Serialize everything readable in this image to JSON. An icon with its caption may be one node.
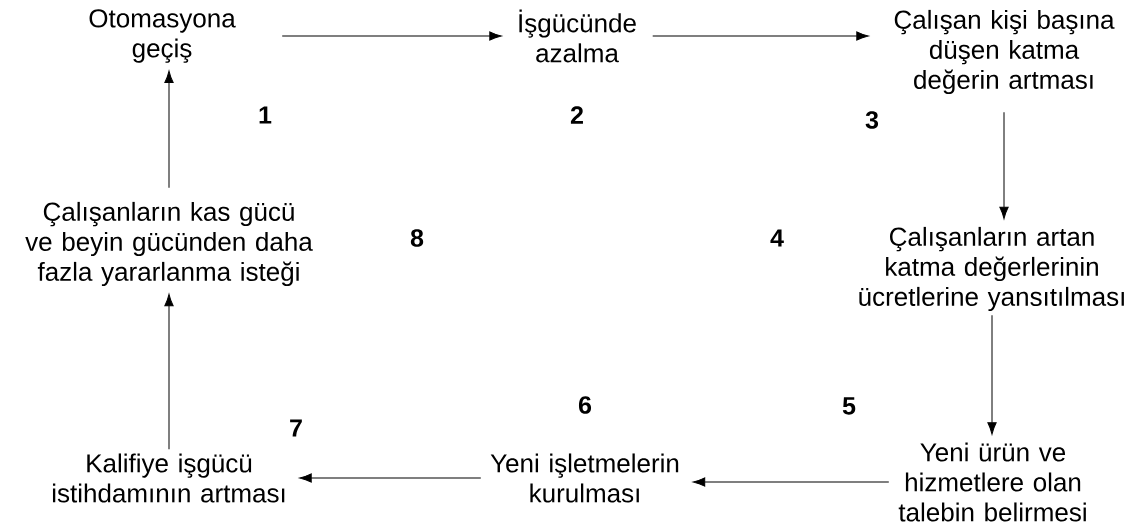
{
  "diagram": {
    "nodes": [
      {
        "text": [
          "Otomasyona geçiş"
        ]
      },
      {
        "text": [
          "İşgücünde azalma"
        ]
      },
      {
        "text": [
          "Çalışan kişi başına düşen katma değerin artması"
        ]
      },
      {
        "text": [
          "Çalışanların artan katma değerlerinin ücretlerine yansıtılması"
        ]
      },
      {
        "text": [
          "Yeni ürün ve hizmetlere olan talebin belirmesi"
        ]
      },
      {
        "text": [
          "Yeni işletmelerin kurulması"
        ]
      },
      {
        "text": [
          "Kalifiye işgücü istihdamının artması"
        ]
      },
      {
        "text": [
          "Çalışanların kas gücü ve beyin gücünden daha fazla yararlanma isteği"
        ]
      }
    ],
    "edges": [
      {
        "from": 0,
        "to": 1,
        "arrow": "to"
      },
      {
        "from": 1,
        "to": 2,
        "arrow": "to"
      },
      {
        "from": 2,
        "to": 3,
        "arrow": "to"
      },
      {
        "from": 3,
        "to": 4,
        "arrow": "to"
      },
      {
        "from": 4,
        "to": 5,
        "arrow": "to"
      },
      {
        "from": 5,
        "to": 6,
        "arrow": "to"
      },
      {
        "from": 6,
        "to": 7,
        "arrow": "to"
      },
      {
        "from": 7,
        "to": 0,
        "arrow": "to"
      }
    ],
    "labels": [
      "1",
      "2",
      "3",
      "8",
      "4",
      "6",
      "5",
      "7"
    ]
  }
}
